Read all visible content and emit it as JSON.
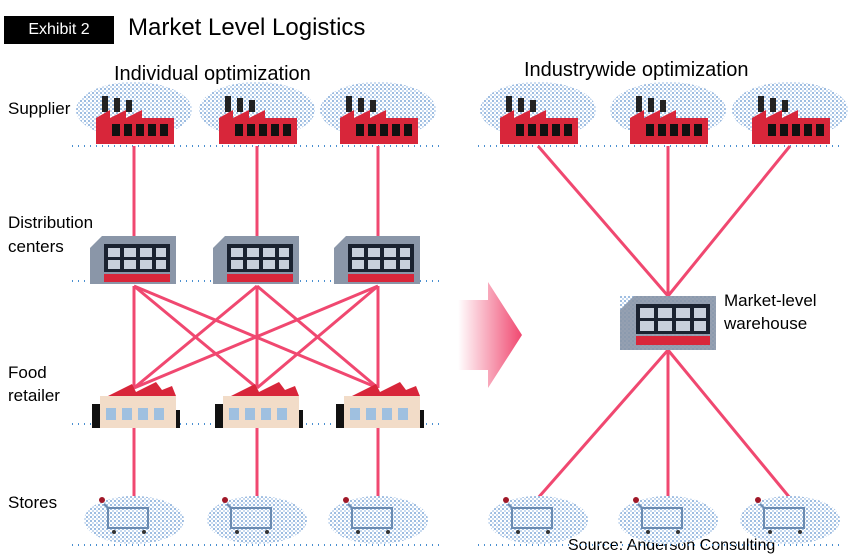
{
  "header": {
    "exhibit": "Exhibit 2",
    "title": "Market Level Logistics"
  },
  "left": {
    "heading": "Individual optimization",
    "rows": {
      "supplier": "Supplier",
      "distribution": [
        "Distribution",
        "centers"
      ],
      "retailer": [
        "Food",
        "retailer"
      ],
      "stores": "Stores"
    }
  },
  "right": {
    "heading": "Industrywide optimization",
    "warehouse": [
      "Market-level",
      "warehouse"
    ]
  },
  "source": "Source: Anderson Consulting",
  "colors": {
    "link": "#f04870",
    "factory": "#d8263a",
    "building": "#8a96a8",
    "cloud": "#9fc0e0",
    "arrow": "#f06080"
  }
}
